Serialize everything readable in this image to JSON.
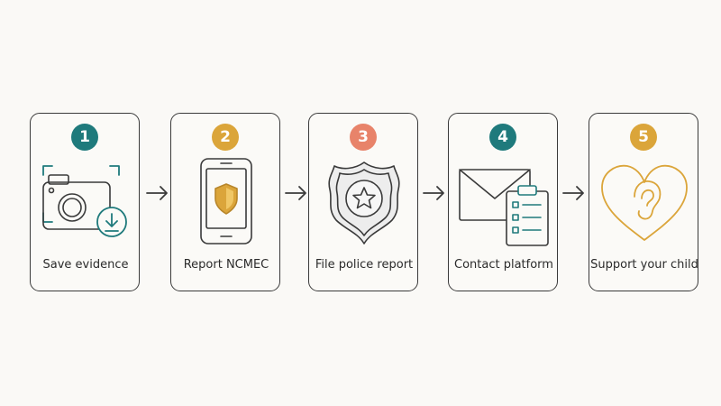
{
  "colors": {
    "teal": "#1f7a7c",
    "gold": "#dba53a",
    "coral": "#e8836a",
    "ink": "#3a3a3a"
  },
  "steps": [
    {
      "number": "1",
      "label": "Save evidence",
      "badge_color": "#1f7a7c",
      "icon": "camera-download-icon"
    },
    {
      "number": "2",
      "label": "Report NCMEC",
      "badge_color": "#dba53a",
      "icon": "phone-shield-icon"
    },
    {
      "number": "3",
      "label": "File police report",
      "badge_color": "#e8836a",
      "icon": "police-badge-icon"
    },
    {
      "number": "4",
      "label": "Contact platform",
      "badge_color": "#1f7a7c",
      "icon": "envelope-clipboard-icon"
    },
    {
      "number": "5",
      "label": "Support your child",
      "badge_color": "#dba53a",
      "icon": "heart-ear-icon"
    }
  ]
}
